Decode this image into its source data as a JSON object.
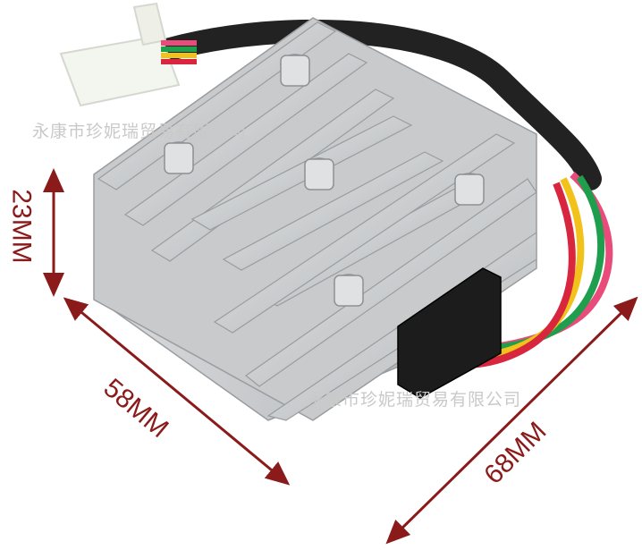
{
  "image": {
    "subject": "motorcycle voltage regulator rectifier",
    "background_color": "#ffffff",
    "body_color": "#c8cacc",
    "dimension_color": "#8b1a1a",
    "wire_colors": [
      "#222222",
      "#e94b7a",
      "#1f9e4d",
      "#f2c21a",
      "#d7263d"
    ]
  },
  "dimensions": {
    "height_label": "23MM",
    "width_label": "58MM",
    "length_label": "68MM"
  },
  "watermark": {
    "text": "永康市珍妮瑞贸易有限公司"
  }
}
